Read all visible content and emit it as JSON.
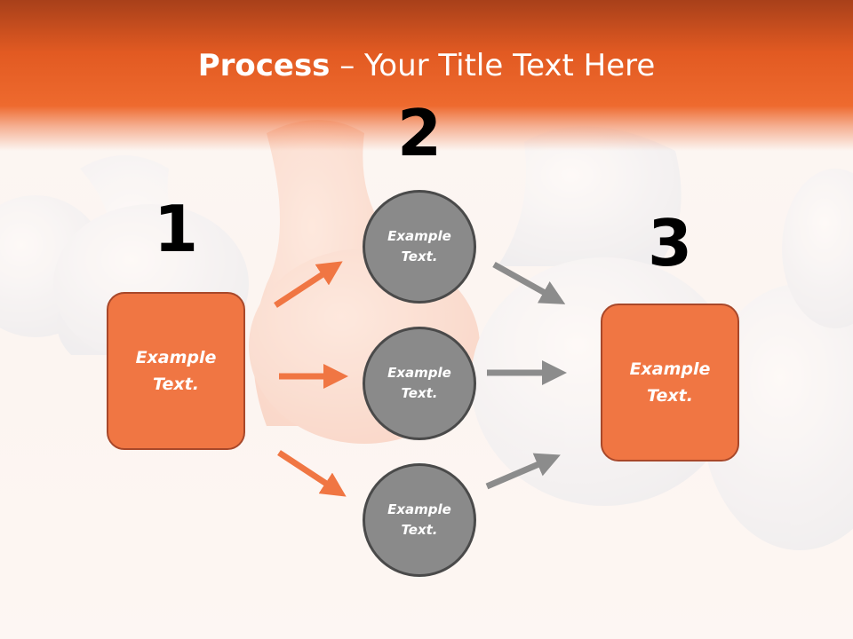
{
  "title": {
    "bold": "Process",
    "rest": " – Your Title Text Here"
  },
  "steps": [
    {
      "number": "1",
      "line1": "Example",
      "line2": "Text."
    },
    {
      "number": "2"
    },
    {
      "number": "3",
      "line1": "Example",
      "line2": "Text."
    }
  ],
  "circles": [
    {
      "line1": "Example",
      "line2": "Text."
    },
    {
      "line1": "Example",
      "line2": "Text."
    },
    {
      "line1": "Example",
      "line2": "Text."
    }
  ],
  "colors": {
    "accent": "#f07643",
    "title_bar": "#ee6a2e",
    "circle_fill": "#8a8a8a",
    "gray_arrow": "#8c8c8c"
  }
}
